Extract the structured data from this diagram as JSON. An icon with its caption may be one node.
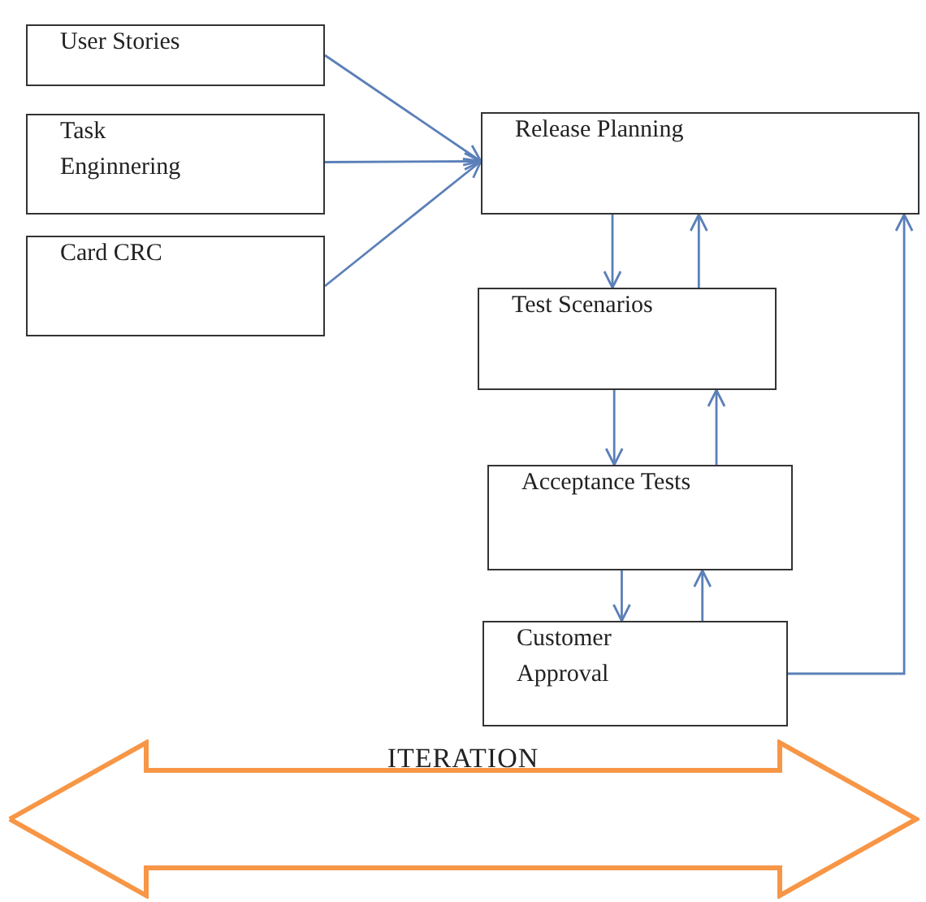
{
  "diagram": {
    "nodes": [
      {
        "text": [
          "User Stories"
        ]
      },
      {
        "text": [
          "Task Enginnering"
        ]
      },
      {
        "text": [
          "Card CRC"
        ]
      },
      {
        "text": [
          "Release Planning"
        ]
      },
      {
        "text": [
          "Test Scenarios"
        ]
      },
      {
        "text": [
          "Acceptance Tests"
        ]
      },
      {
        "text": [
          "Customer Approval"
        ]
      },
      {
        "text": [
          "ITERATION"
        ]
      }
    ],
    "edges": [
      {
        "from": 0,
        "to": 3,
        "arrow": "to"
      },
      {
        "from": 1,
        "to": 3,
        "arrow": "to"
      },
      {
        "from": 2,
        "to": 3,
        "arrow": "to"
      },
      {
        "from": 3,
        "to": 4,
        "arrow": "to"
      },
      {
        "from": 4,
        "to": 3,
        "arrow": "to"
      },
      {
        "from": 4,
        "to": 5,
        "arrow": "to"
      },
      {
        "from": 5,
        "to": 4,
        "arrow": "to"
      },
      {
        "from": 5,
        "to": 6,
        "arrow": "to"
      },
      {
        "from": 6,
        "to": 5,
        "arrow": "to"
      },
      {
        "from": 6,
        "to": 3,
        "arrow": "to"
      }
    ]
  }
}
